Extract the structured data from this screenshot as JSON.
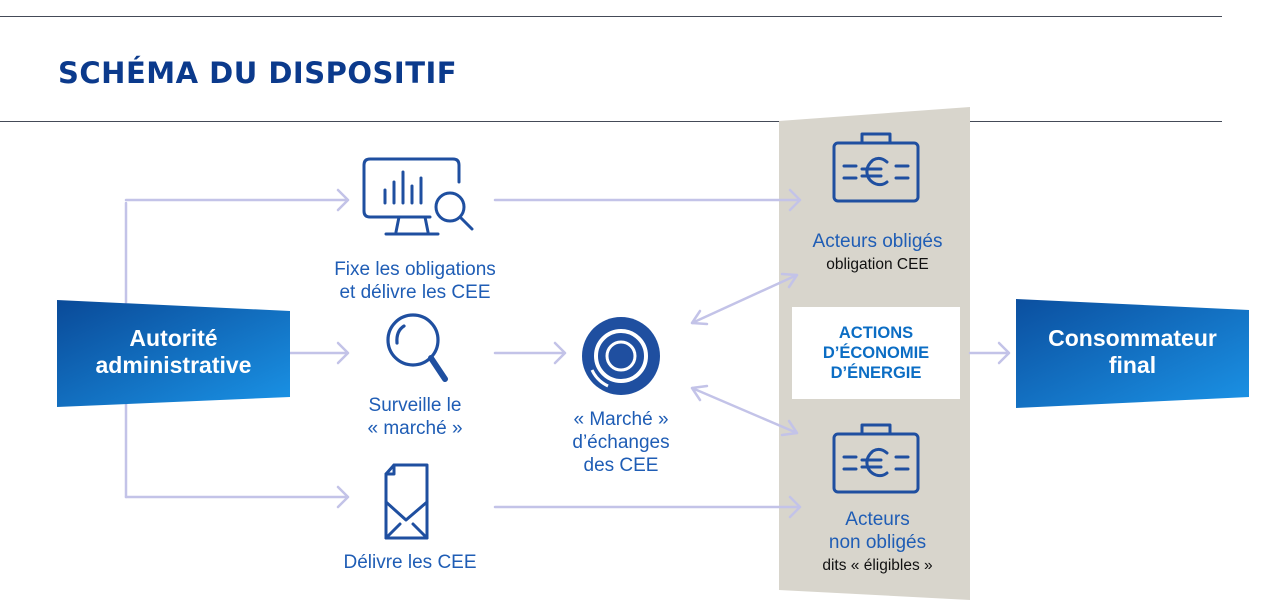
{
  "title": "SCHÉMA DU DISPOSITIF",
  "authority": {
    "line1": "Autorité",
    "line2": "administrative"
  },
  "steps": {
    "fix": {
      "line1": "Fixe les obligations",
      "line2": "et délivre les CEE"
    },
    "monitor": {
      "line1": "Surveille le",
      "line2": "« marché »"
    },
    "deliver": {
      "line1": "Délivre les CEE"
    }
  },
  "market": {
    "line1": "« Marché »",
    "line2": "d’échanges",
    "line3": "des CEE"
  },
  "obliged": {
    "name": "Acteurs obligés",
    "sub": "obligation CEE"
  },
  "non_obliged": {
    "line1": "Acteurs",
    "line2": "non obligés",
    "sub": "dits « éligibles »"
  },
  "actions": {
    "line1": "ACTIONS",
    "line2": "D’ÉCONOMIE",
    "line3": "D’ÉNERGIE"
  },
  "consumer": {
    "line1": "Consommateur",
    "line2": "final"
  },
  "colors": {
    "title": "#0b3a8c",
    "icon": "#1f4fa0",
    "arrow": "#c3c3e8",
    "band": "#d8d5cc",
    "box_dark": "#0a4f9e",
    "box_light": "#1b8ee0"
  },
  "icons": {
    "fix": "monitor-chart-search-icon",
    "monitor": "magnifier-icon",
    "deliver": "envelope-icon",
    "market": "target-circle-icon",
    "obliged": "euro-briefcase-icon",
    "non_obliged": "euro-briefcase-icon"
  }
}
